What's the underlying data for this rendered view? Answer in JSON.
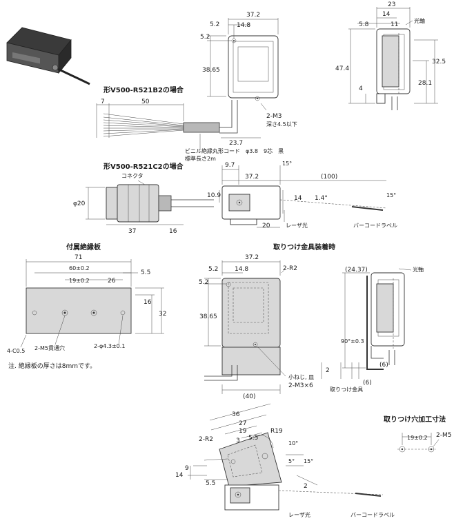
{
  "headings": {
    "model_b2": "形V500-R521B2の場合",
    "model_c2": "形V500-R521C2の場合",
    "insulation_plate": "付属絶縁板",
    "bracket_mounted": "取りつけ金具装着時",
    "mount_holes": "取りつけ穴加工寸法"
  },
  "top_views": {
    "width": "37.2",
    "hole_x": "14.8",
    "hole_y": "5.2",
    "height": "38.65",
    "screw": "2-M3",
    "screw_depth": "深さ4.5以下",
    "bottom_w": "23.7",
    "side_w": "23",
    "side_a": "14",
    "side_b": "11",
    "side_c": "5.8",
    "optical_axis": "光軸",
    "h_total": "47.4",
    "h_32": "32.5",
    "h_28": "28.1",
    "h_4": "4"
  },
  "cable_b2": {
    "strip": "7",
    "length": "50",
    "cable_note": "ビニル絶縁丸形コード　φ3.8　9芯　黒",
    "cable_note2": "標準長さ2m"
  },
  "cable_c2": {
    "connector": "コネクタ",
    "dia": "φ20",
    "len_37": "37",
    "len_16": "16",
    "w_97": "9.7",
    "w_372": "37.2",
    "angle_15": "15°",
    "dist": "(100)",
    "h_109": "10.9",
    "h_14": "14",
    "angle_14": "1.4°",
    "angle_15b": "15°",
    "w_20": "20",
    "laser": "レーザ光",
    "barcode": "バーコードラベル"
  },
  "insulation": {
    "w_71": "71",
    "w_60": "60±0.2",
    "w_19": "19±0.2",
    "w_26": "26",
    "w_55": "5.5",
    "h_16": "16",
    "h_32": "32",
    "chamfer": "4-C0.5",
    "m5": "2-M5貫通穴",
    "hole_d": "2-φ4.3±0.1",
    "note": "注. 絶縁板の厚さは8mmです。"
  },
  "bracket": {
    "w_372": "37.2",
    "r2": "2-R2",
    "w_148": "14.8",
    "h_52": "5.2",
    "h_3865": "38.65",
    "screw": "小ねじ, 皿",
    "screw2": "2-M3×6",
    "w_40": "(40)",
    "side_d": "(24.37)",
    "axis": "光軸",
    "angle": "90°±0.3",
    "dim_2": "2",
    "dim_6a": "(6)",
    "dim_6b": "(6)",
    "bracket_label": "取りつけ金具"
  },
  "tilted": {
    "w_36": "36",
    "w_27": "27",
    "w_19": "19",
    "w_55": "5.5",
    "r19": "R19",
    "r2": "2-R2",
    "d3": "3",
    "a10": "10°",
    "h_9": "9",
    "h_14": "14",
    "h_55": "5.5",
    "a5": "5°",
    "a15": "15°",
    "d2": "2",
    "laser": "レーザ光",
    "barcode": "バーコードラベル"
  },
  "mount": {
    "pitch": "19±0.2",
    "thread": "2-M5"
  }
}
